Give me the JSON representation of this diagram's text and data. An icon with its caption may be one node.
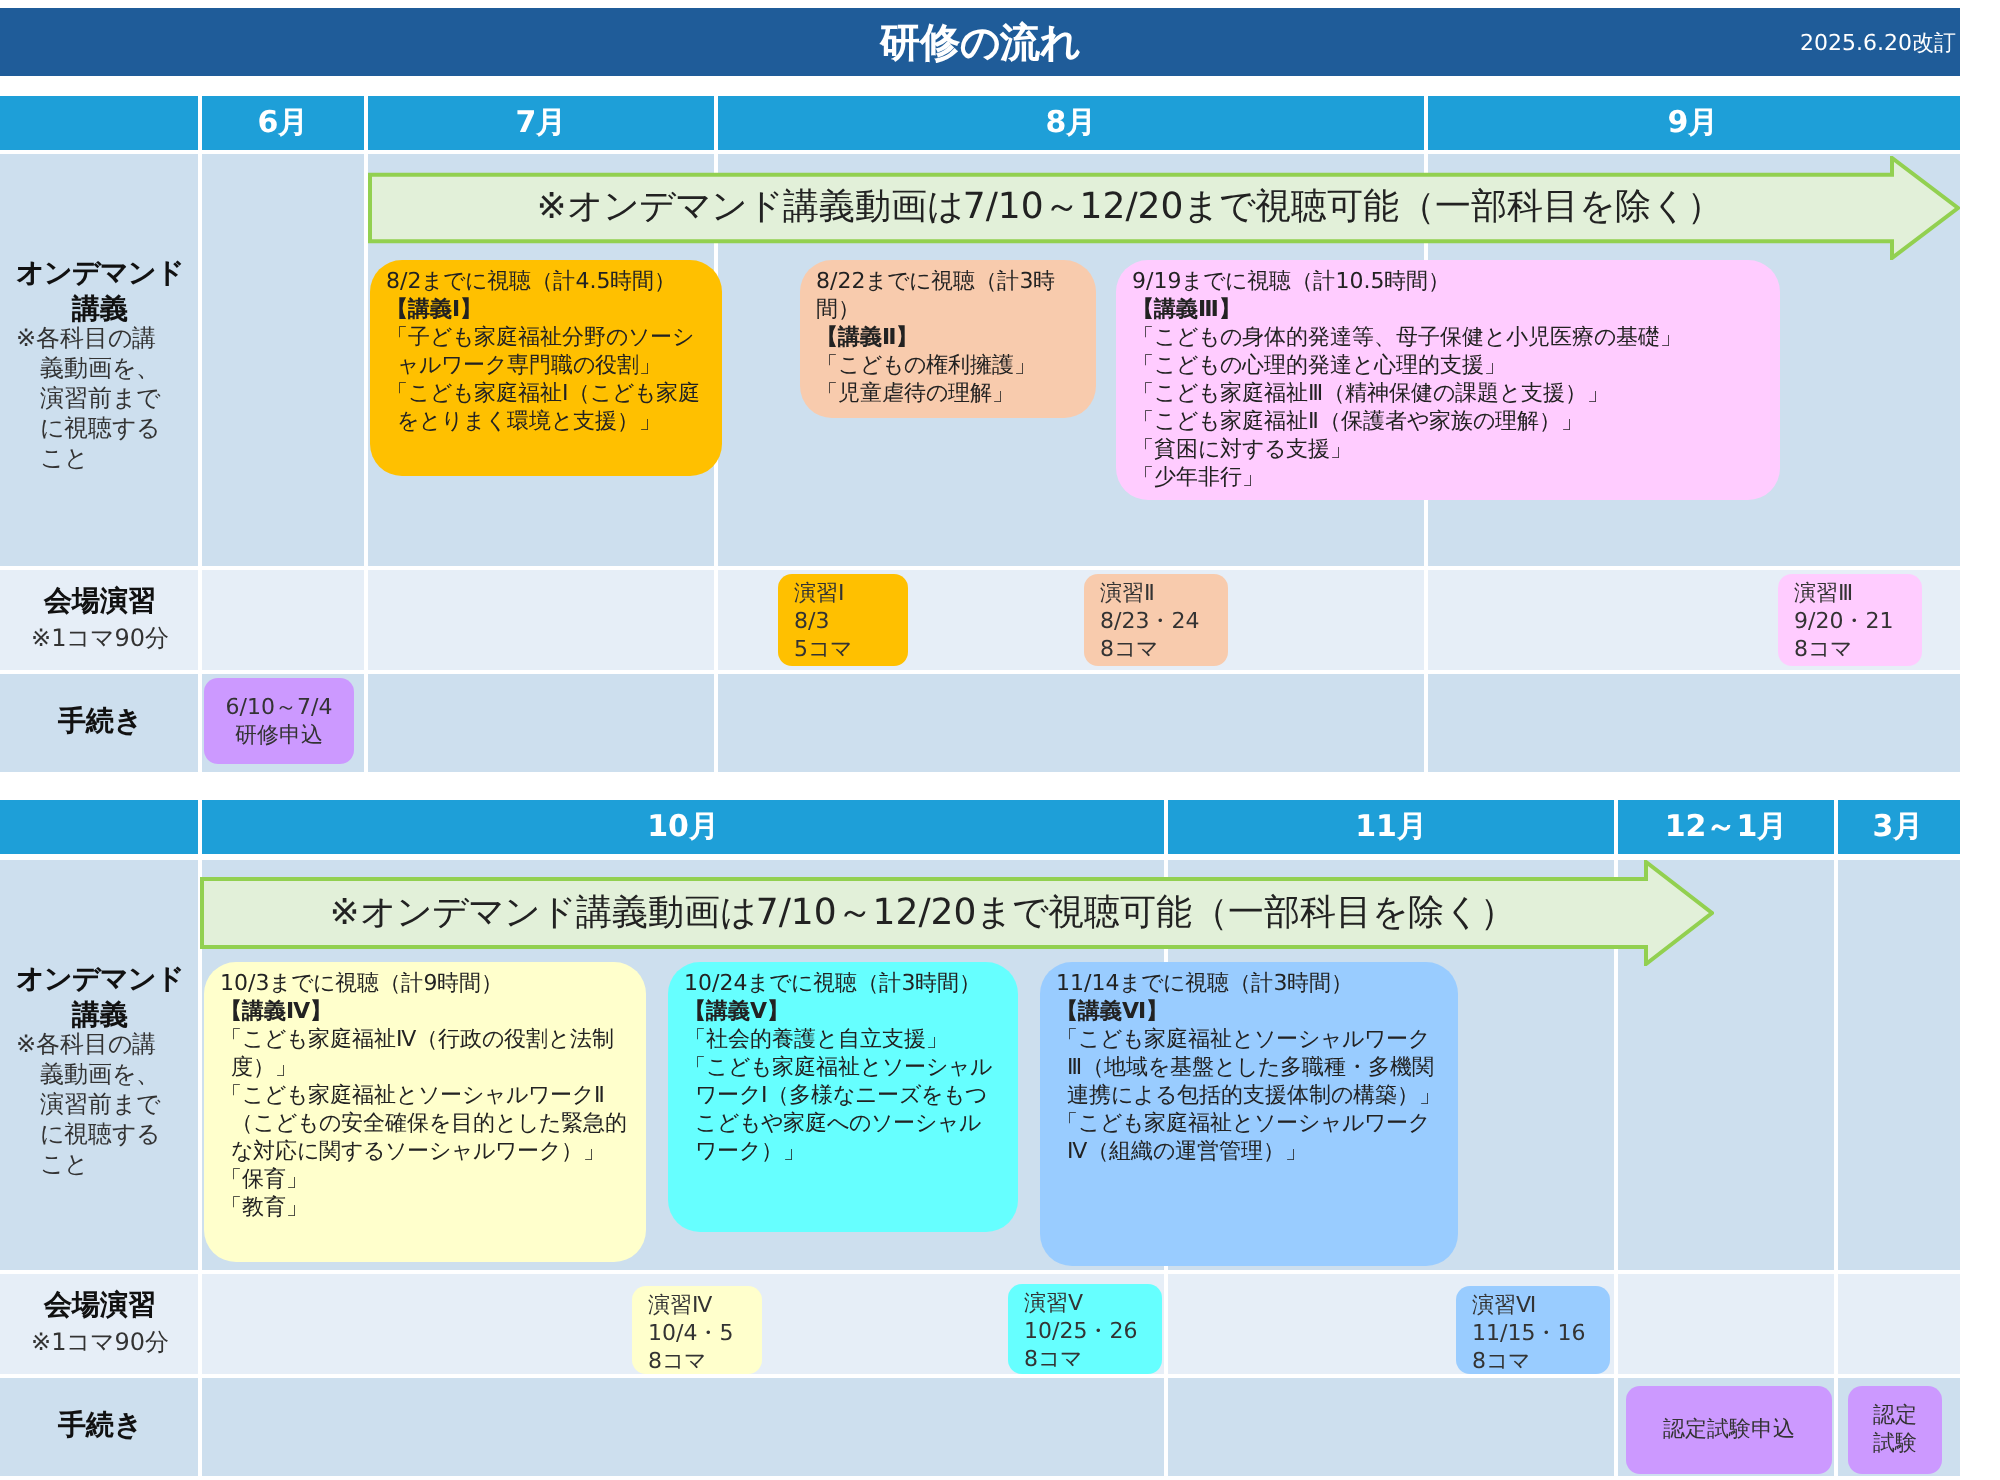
{
  "diagram": {
    "title": "研修の流れ",
    "nodes": [
      {
        "text": [
          "※オンデマンド講義動画は7/10～12/20まで視聴可能（一部科目を除く）"
        ]
      },
      {
        "text": [
          "8/2までに視聴（計4.5時間）",
          "【講義Ⅰ】",
          "「子ども家庭福祉分野のソーシャルワーク専門職の役割」",
          "「こども家庭福祉Ⅰ（こども家庭をとりまく環境と支援）」"
        ]
      },
      {
        "text": [
          "8/22までに視聴（計3時間）",
          "【講義Ⅱ】",
          "「こどもの権利擁護」",
          "「児童虐待の理解」"
        ]
      },
      {
        "text": [
          "9/19までに視聴（計10.5時間）",
          "【講義Ⅲ】",
          "「こどもの身体的発達等、母子保健と小児医療の基礎」",
          "「こどもの心理的発達と心理的支援」",
          "「こども家庭福祉Ⅲ（精神保健の課題と支援）」",
          "「こども家庭福祉Ⅱ（保護者や家族の理解）」",
          "「貧困に対する支援」",
          "「少年非行」"
        ]
      },
      {
        "text": [
          "演習Ⅰ",
          "8/3",
          "5コマ"
        ]
      },
      {
        "text": [
          "演習Ⅱ",
          "8/23・24",
          "8コマ"
        ]
      },
      {
        "text": [
          "演習Ⅲ",
          "9/20・21",
          "8コマ"
        ]
      },
      {
        "text": [
          "6/10～7/4",
          "研修申込"
        ]
      },
      {
        "text": [
          "※オンデマンド講義動画は7/10～12/20まで視聴可能（一部科目を除く）"
        ]
      },
      {
        "text": [
          "10/3までに視聴（計9時間）",
          "【講義Ⅳ】",
          "「こども家庭福祉Ⅳ（行政の役割と法制度）」",
          "「こども家庭福祉とソーシャルワークⅡ（こどもの安全確保を目的とした緊急的な対応に関するソーシャルワーク）」",
          "「保育」",
          "「教育」"
        ]
      },
      {
        "text": [
          "10/24までに視聴（計3時間）",
          "【講義Ⅴ】",
          "「社会的養護と自立支援」",
          "「こども家庭福祉とソーシャルワークⅠ（多様なニーズをもつこどもや家庭へのソーシャルワーク）」"
        ]
      },
      {
        "text": [
          "11/14までに視聴（計3時間）",
          "【講義Ⅵ】",
          "「こども家庭福祉とソーシャルワークⅢ（地域を基盤とした多職種・多機関連携による包括的支援体制の構築）」",
          "「こども家庭福祉とソーシャルワークⅣ（組織の運営管理）」"
        ]
      },
      {
        "text": [
          "演習Ⅳ",
          "10/4・5",
          "8コマ"
        ]
      },
      {
        "text": [
          "演習Ⅴ",
          "10/25・26",
          "8コマ"
        ]
      },
      {
        "text": [
          "演習Ⅵ",
          "11/15・16",
          "8コマ"
        ]
      },
      {
        "text": [
          "認定試験申込"
        ]
      },
      {
        "text": [
          "認定試験"
        ]
      }
    ],
    "labels": [
      "2025.6.20改訂",
      "6月",
      "7月",
      "8月",
      "9月",
      "オンデマンド講義",
      "※各科目の講義動画を、演習前までに視聴すること",
      "会場演習",
      "※1コマ90分",
      "手続き",
      "10月",
      "11月",
      "12～1月",
      "3月",
      "オンデマンド講義",
      "※各科目の講義動画を、演習前までに視聴すること",
      "会場演習",
      "※1コマ90分",
      "手続き"
    ]
  }
}
